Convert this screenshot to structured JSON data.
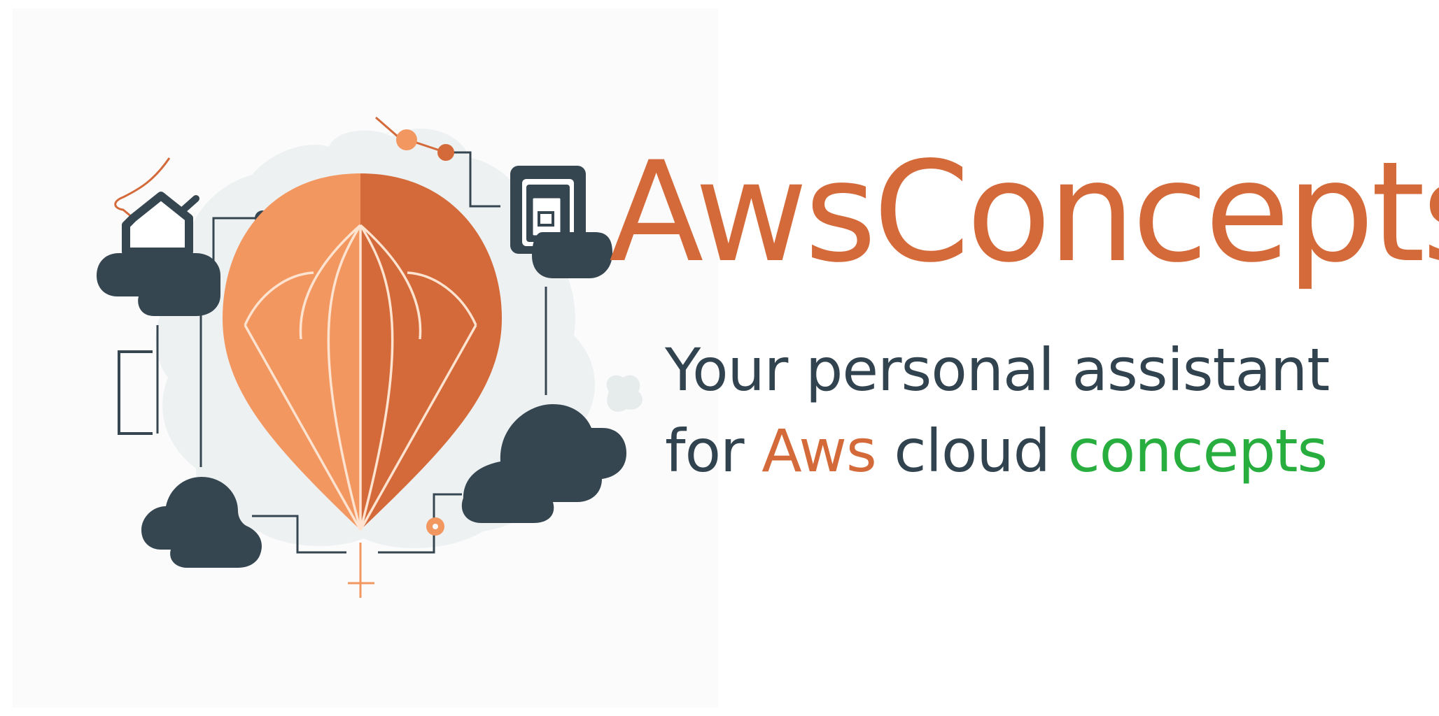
{
  "brand": {
    "title": "AwsConcepts"
  },
  "tagline": {
    "line1": "Your personal assistant",
    "line2_prefix": "for ",
    "line2_aws": "Aws",
    "line2_mid": " cloud ",
    "line2_concepts": "concepts"
  },
  "colors": {
    "brand_orange": "#d46a39",
    "light_orange": "#f39761",
    "dark_slate": "#364651",
    "text_dark": "#324350",
    "accent_green": "#27ae3f",
    "background": "#ffffff",
    "cloud_backdrop": "#edf1f2"
  },
  "icons": [
    "hot-air-balloon-icon",
    "house-icon",
    "document-icon",
    "cloud-icon",
    "network-line-icon"
  ]
}
